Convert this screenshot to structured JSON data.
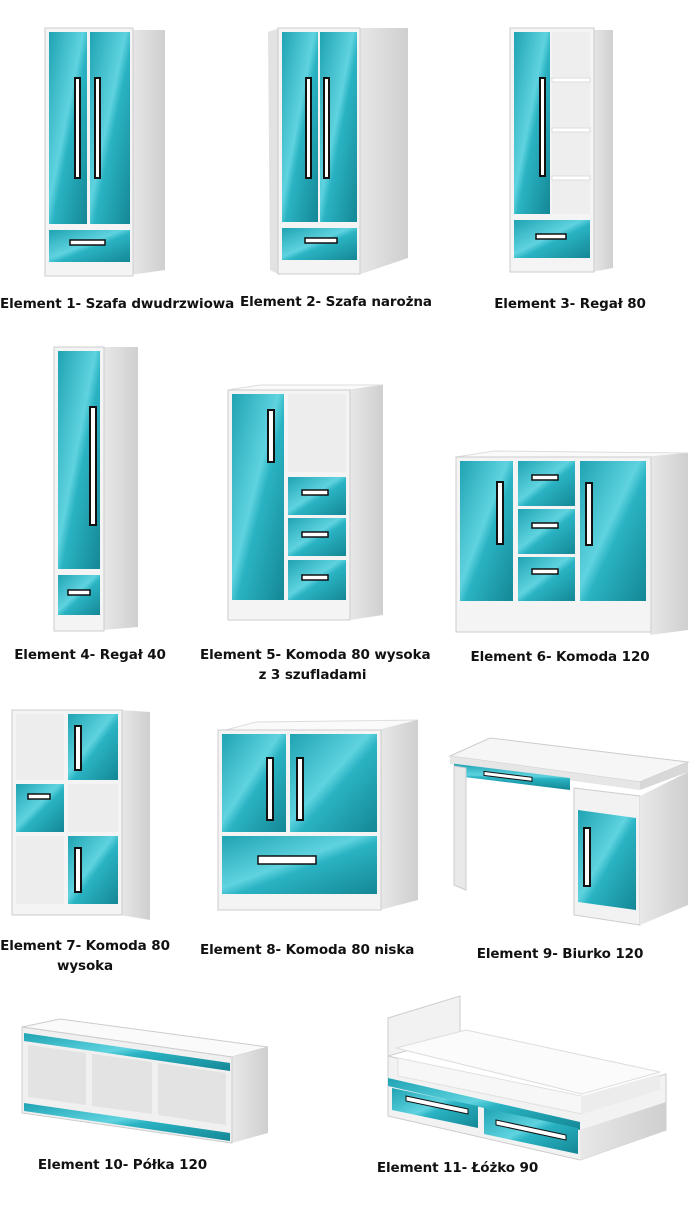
{
  "colors": {
    "teal": "#2ab3c3",
    "teal_dark": "#178f9d",
    "body_white": "#f4f4f4",
    "side_grey": "#dcdcdc",
    "handle": "#1a1a1a"
  },
  "items": [
    {
      "id": 1,
      "caption": "Element 1- Szafa dwudrzwiowa"
    },
    {
      "id": 2,
      "caption": "Element 2- Szafa narożna"
    },
    {
      "id": 3,
      "caption": "Element 3- Regał 80"
    },
    {
      "id": 4,
      "caption": "Element 4- Regał 40"
    },
    {
      "id": 5,
      "caption": "Element 5- Komoda 80 wysoka",
      "caption2": "z 3 szufladami"
    },
    {
      "id": 6,
      "caption": "Element 6- Komoda 120"
    },
    {
      "id": 7,
      "caption": "Element 7- Komoda 80",
      "caption2": "wysoka"
    },
    {
      "id": 8,
      "caption": "Element 8- Komoda 80 niska"
    },
    {
      "id": 9,
      "caption": "Element 9- Biurko 120"
    },
    {
      "id": 10,
      "caption": "Element 10- Półka 120"
    },
    {
      "id": 11,
      "caption": "Element 11- Łóżko 90"
    }
  ]
}
